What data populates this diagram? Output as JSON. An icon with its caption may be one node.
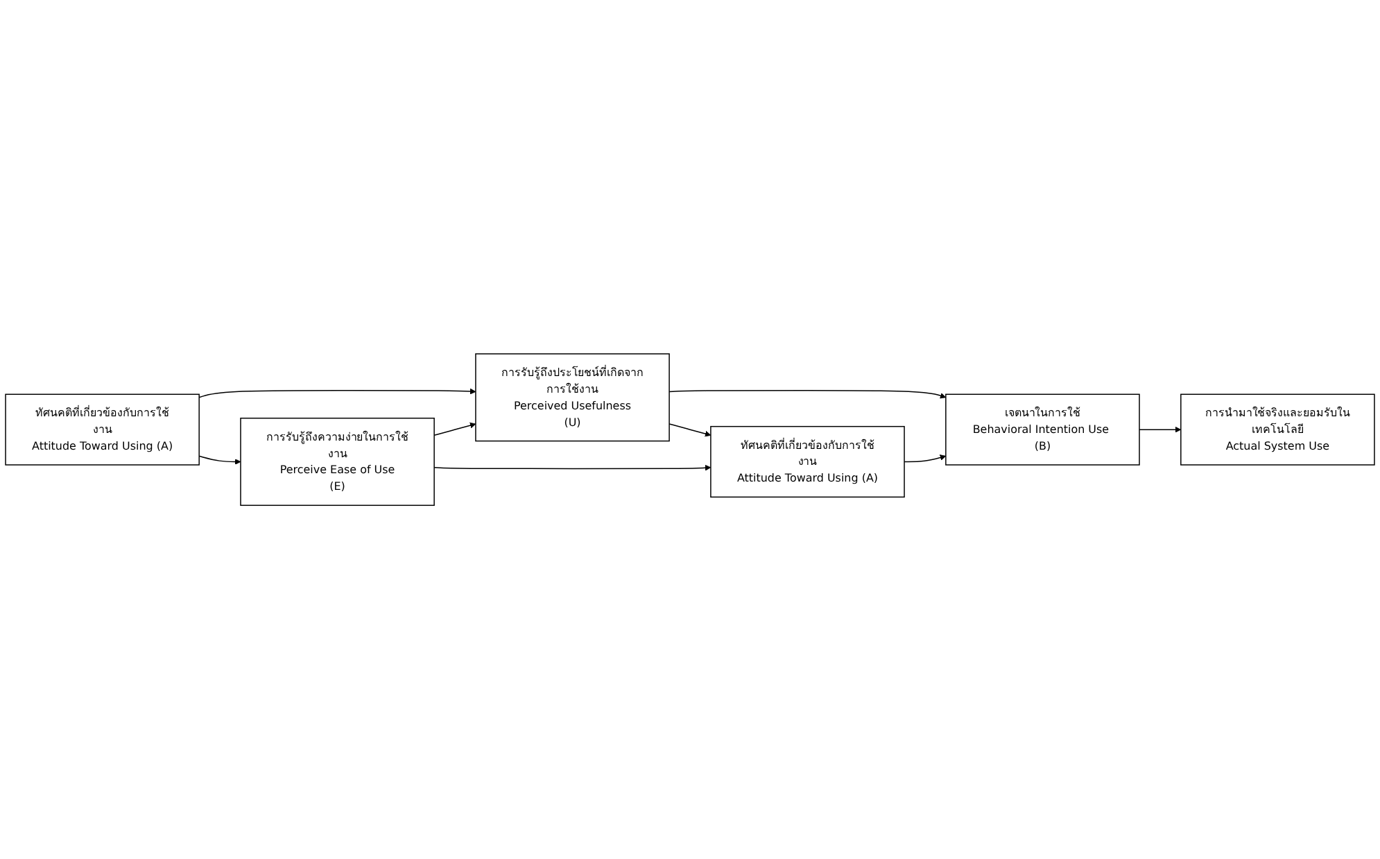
{
  "diagram": {
    "nodes": [
      {
        "text": [
          "ทัศนคติที่เกี่ยวข้องกับการใช้งาน",
          "Attitude Toward Using (A)"
        ]
      },
      {
        "text": [
          "การรับรู้ถึงประโยชน์ที่เกิดจากการใช้งาน",
          "Perceived Usefulness",
          "(U)"
        ]
      },
      {
        "text": [
          "การรับรู้ถึงความง่ายในการใช้งาน",
          "Perceive Ease of Use",
          "(E)"
        ]
      },
      {
        "text": [
          "ทัศนคติที่เกี่ยวข้องกับการใช้งาน",
          "Attitude Toward Using (A)"
        ]
      },
      {
        "text": [
          "เจตนาในการใช้",
          "Behavioral Intention Use (B)"
        ]
      },
      {
        "text": [
          "การนำมาใช้จริงและยอมรับในเทคโนโลยี",
          "Actual System Use"
        ]
      }
    ],
    "edges": [
      {
        "from": 0,
        "to": 1,
        "arrow": "to"
      },
      {
        "from": 0,
        "to": 2,
        "arrow": "to"
      },
      {
        "from": 2,
        "to": 1,
        "arrow": "to"
      },
      {
        "from": 1,
        "to": 3,
        "arrow": "to"
      },
      {
        "from": 1,
        "to": 4,
        "arrow": "to"
      },
      {
        "from": 2,
        "to": 3,
        "arrow": "to"
      },
      {
        "from": 3,
        "to": 4,
        "arrow": "to"
      },
      {
        "from": 4,
        "to": 5,
        "arrow": "to"
      }
    ]
  }
}
